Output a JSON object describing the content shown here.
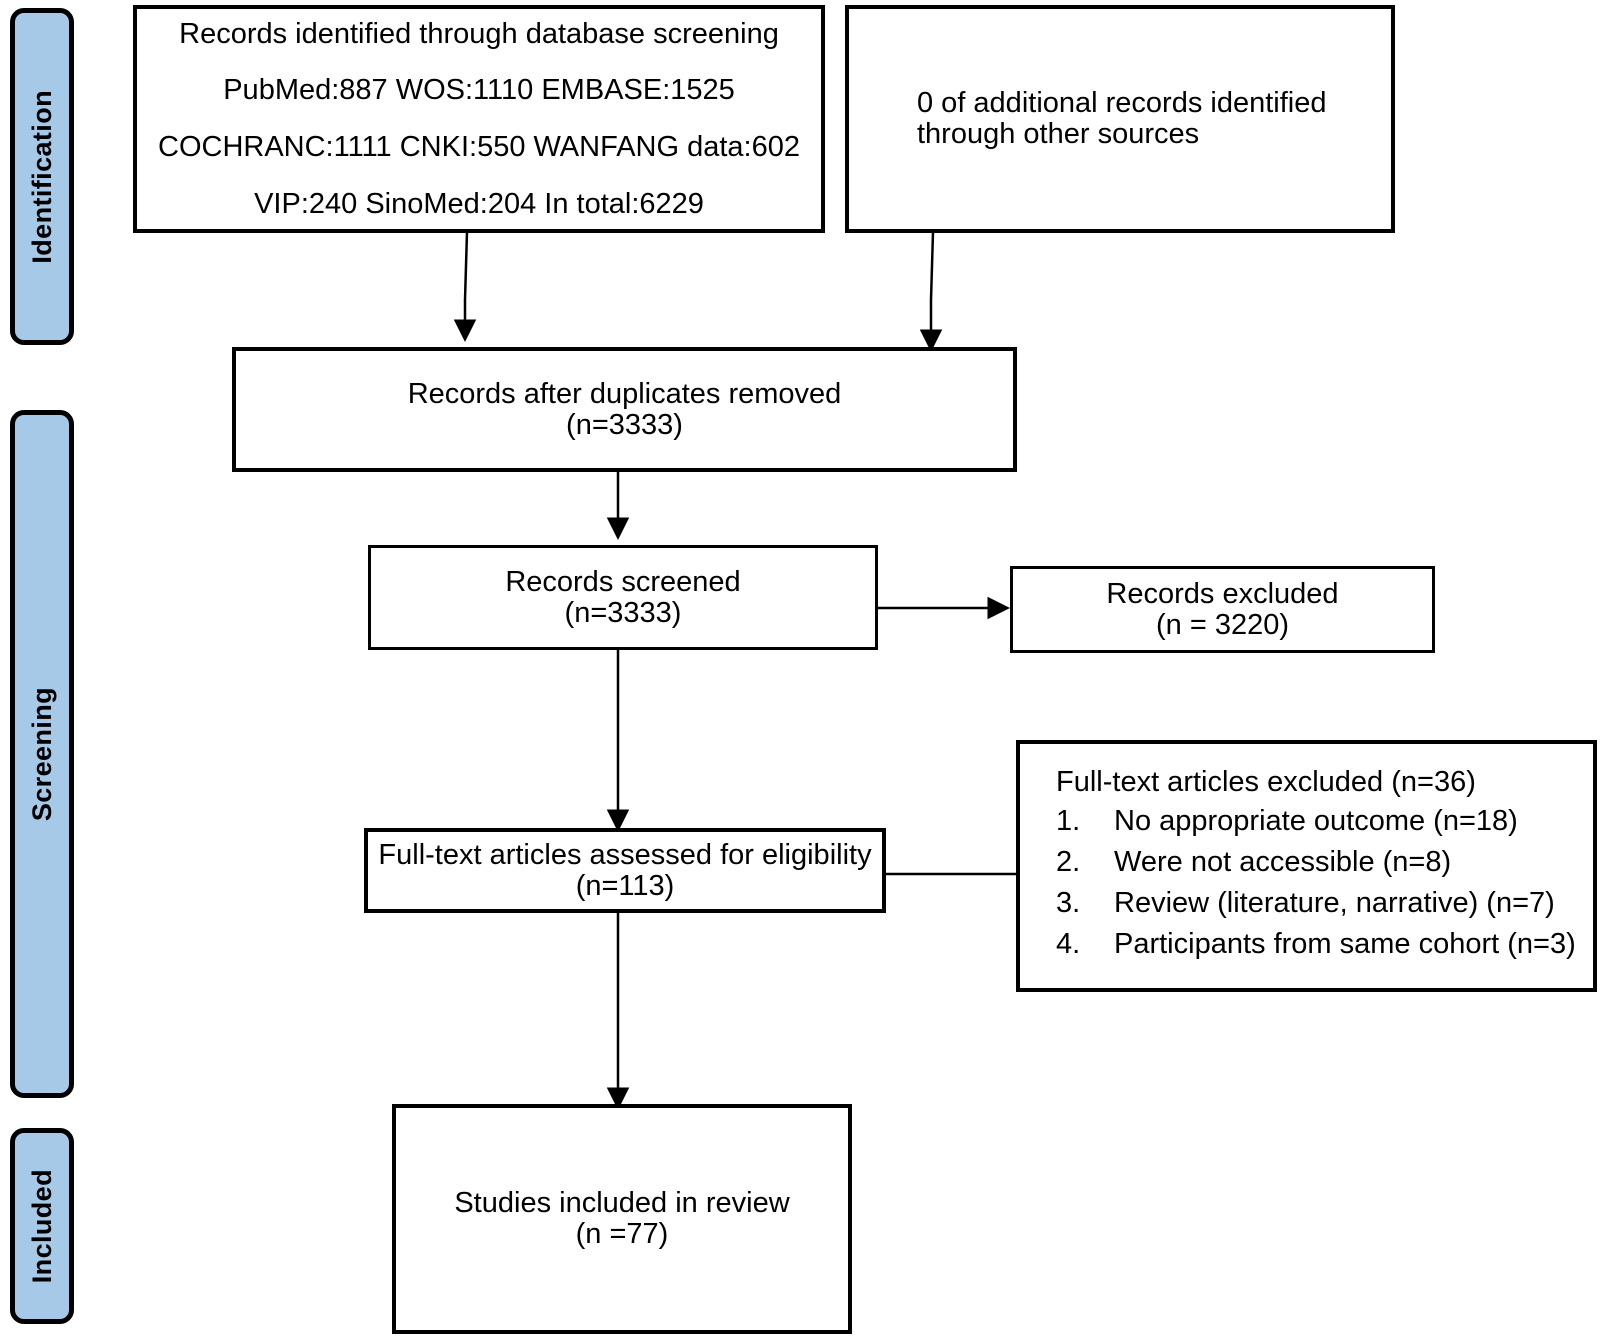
{
  "diagram": {
    "type": "prisma-flow-diagram",
    "accent_color": "#A6C9E8",
    "line_color": "#000000",
    "background": "#ffffff"
  },
  "stages": [
    {
      "id": "identification",
      "label": "Identification"
    },
    {
      "id": "screening",
      "label": "Screening"
    },
    {
      "id": "included",
      "label": "Included"
    }
  ],
  "boxes": {
    "database_records": {
      "lines": [
        "Records identified through database screening",
        "PubMed:887 WOS:1110 EMBASE:1525",
        "COCHRANC:1111 CNKI:550 WANFANG data:602",
        "VIP:240   SinoMed:204 In total:6229"
      ]
    },
    "other_sources": {
      "lines": [
        "0 of additional records identified",
        "through other sources"
      ]
    },
    "duplicates_removed": {
      "lines": [
        "Records after duplicates removed",
        "(n=3333)"
      ]
    },
    "records_screened": {
      "lines": [
        "Records screened",
        "(n=3333)"
      ]
    },
    "records_excluded": {
      "lines": [
        "Records excluded",
        "(n = 3220)"
      ]
    },
    "fulltext_assessed": {
      "lines": [
        "Full-text articles assessed for eligibility",
        "(n=113)"
      ]
    },
    "fulltext_excluded": {
      "title": "Full-text articles excluded (n=36)",
      "items": [
        {
          "num": "1.",
          "text": "No appropriate outcome (n=18)"
        },
        {
          "num": "2.",
          "text": "Were not accessible (n=8)"
        },
        {
          "num": "3.",
          "text": "Review (literature, narrative) (n=7)"
        },
        {
          "num": "4.",
          "text": "Participants from same cohort (n=3)"
        }
      ]
    },
    "studies_included": {
      "lines": [
        "Studies included in review",
        "(n =77)"
      ]
    }
  },
  "counts": {
    "pubmed": 887,
    "wos": 1110,
    "embase": 1525,
    "cochranc": 1111,
    "cnki": 550,
    "wanfang": 602,
    "vip": 240,
    "sinomed": 204,
    "total_identified": 6229,
    "additional_other_sources": 0,
    "after_duplicates_removed": 3333,
    "records_screened": 3333,
    "records_excluded": 3220,
    "fulltext_assessed": 113,
    "fulltext_excluded_total": 36,
    "excl_no_appropriate_outcome": 18,
    "excl_not_accessible": 8,
    "excl_review": 7,
    "excl_same_cohort": 3,
    "studies_included": 77
  }
}
